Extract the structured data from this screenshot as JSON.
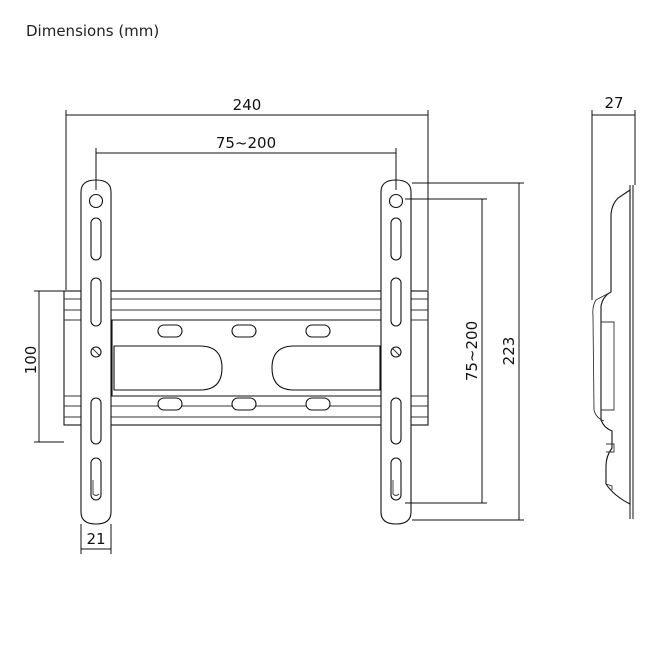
{
  "title": "Dimensions (mm)",
  "dimensions": {
    "overall_width": "240",
    "vesa_horizontal": "75~200",
    "depth": "27",
    "rail_height": "100",
    "vesa_vertical": "75~200",
    "overall_height": "223",
    "arm_width": "21"
  }
}
